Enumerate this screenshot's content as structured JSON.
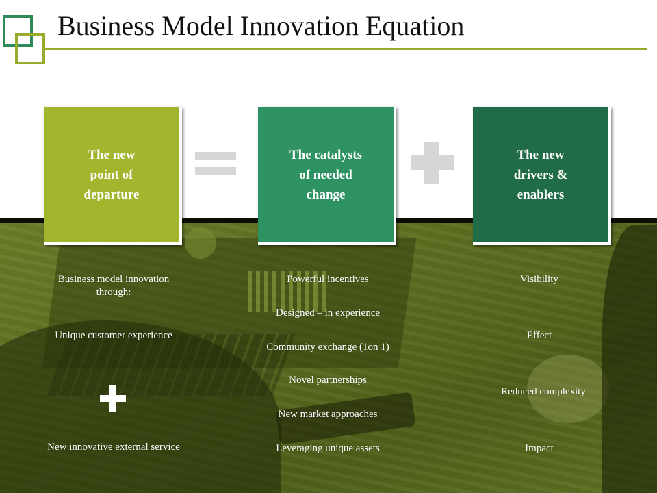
{
  "title": "Business Model Innovation Equation",
  "cards": [
    {
      "label": "The new\npoint of\ndeparture",
      "color": "#a2b52d"
    },
    {
      "label": "The catalysts\nof needed\nchange",
      "color": "#2e9262"
    },
    {
      "label": "The new\ndrivers &\nenablers",
      "color": "#216c48"
    }
  ],
  "col1": {
    "items": [
      "Business model innovation through:",
      "Unique customer experience",
      "New innovative external service"
    ]
  },
  "col2": {
    "items": [
      "Powerful incentives",
      "Designed – in experience",
      "Community exchange (1on 1)",
      "Novel partnerships",
      "New market approaches",
      "Leveraging  unique assets"
    ]
  },
  "col3": {
    "items": [
      "Visibility",
      "Effect",
      "Reduced complexity",
      "Impact"
    ]
  },
  "colors": {
    "accent_olive": "#9aaa2e",
    "accent_green": "#2e8b57",
    "operator_gray": "#d6d6d6"
  }
}
